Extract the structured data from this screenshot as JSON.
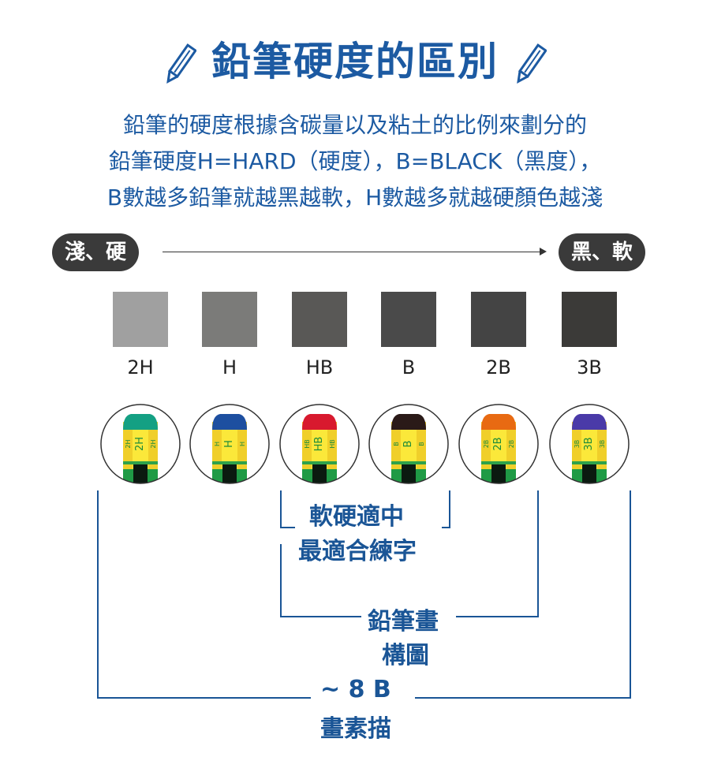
{
  "title": "鉛筆硬度的區別",
  "description": [
    "鉛筆的硬度根據含碳量以及粘土的比例來劃分的",
    "鉛筆硬度H=HARD（硬度），B=BLACK（黑度），",
    "B數越多鉛筆就越黑越軟，H數越多就越硬顏色越淺"
  ],
  "scale": {
    "left_label": "淺、硬",
    "right_label": "黑、軟"
  },
  "grades": [
    {
      "name": "2H",
      "swatch": "#a0a0a0",
      "cap": "#14a083"
    },
    {
      "name": "H",
      "swatch": "#7b7b79",
      "cap": "#1d4fa0"
    },
    {
      "name": "HB",
      "swatch": "#595856",
      "cap": "#d8192e"
    },
    {
      "name": "B",
      "swatch": "#4a4a4a",
      "cap": "#2a1a18"
    },
    {
      "name": "2B",
      "swatch": "#444444",
      "cap": "#e86a12"
    },
    {
      "name": "3B",
      "swatch": "#3b3a38",
      "cap": "#4a3aa8"
    }
  ],
  "usage": {
    "writing_line1": "軟硬適中",
    "writing_line2": "最適合練字",
    "drawing_line1": "鉛筆畫",
    "drawing_line2": "構圖",
    "sketch_line1": "~ 8 B",
    "sketch_line2": "畫素描"
  },
  "colors": {
    "accent": "#1a5596",
    "pill": "#3a3a3a"
  }
}
